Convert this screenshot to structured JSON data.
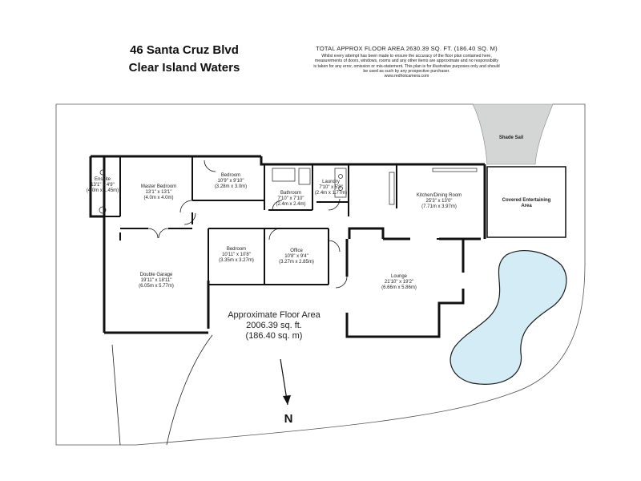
{
  "header": {
    "address_line1": "46 Santa Cruz Blvd",
    "address_line2": "Clear Island Waters",
    "total_area": "TOTAL APPROX FLOOR AREA 2630.39 SQ. FT. (186.40 SQ. M)",
    "disclaimer": [
      "Whilst every attempt has been made to ensure the accuracy of the floor plan contained here,",
      "measurements of doors, windows, rooms and any other items are approximate and no responsibility",
      "is taken for any error, omission or mis-statement. This plan is for illustrative purposes only and should",
      "be used as such by any prospective purchaser.",
      "www.redhotcamera.com"
    ]
  },
  "rooms": {
    "ensuite": {
      "name": "Ensuite",
      "size_imperial": "13'1\" x 4'9\"",
      "size_metric": "(4.0m x 1.45m)"
    },
    "master_bedroom": {
      "name": "Master Bedroom",
      "size_imperial": "13'1\" x 13'1\"",
      "size_metric": "(4.0m x 4.0m)"
    },
    "bedroom_1": {
      "name": "Bedroom",
      "size_imperial": "10'9\" x 9'10\"",
      "size_metric": "(3.28m x 3.0m)"
    },
    "bathroom": {
      "name": "Bathroom",
      "size_imperial": "7'10\" x 7'10\"",
      "size_metric": "(2.4m x 2.4m)"
    },
    "laundry": {
      "name": "Laundry",
      "size_imperial": "7'10\" x 5'8\"",
      "size_metric": "(2.4m x 1.77m)"
    },
    "kitchen_dining": {
      "name": "Kitchen/Dining Room",
      "size_imperial": "25'3\" x 13'0\"",
      "size_metric": "(7.71m x 3.97m)"
    },
    "covered_entertaining": {
      "name": "Covered Entertaining",
      "line2": "Area"
    },
    "shade_sail": {
      "name": "Shade Sail"
    },
    "double_garage": {
      "name": "Double Garage",
      "size_imperial": "19'11\" x 18'11\"",
      "size_metric": "(6.05m x 5.77m)"
    },
    "bedroom_2": {
      "name": "Bedroom",
      "size_imperial": "10'11\" x 10'8\"",
      "size_metric": "(3.35m x 3.27m)"
    },
    "office": {
      "name": "Office",
      "size_imperial": "10'8\" x 9'4\"",
      "size_metric": "(3.27m x 2.85m)"
    },
    "lounge": {
      "name": "Lounge",
      "size_imperial": "21'10\" x 19'2\"",
      "size_metric": "(6.66m x 5.86m)"
    }
  },
  "floor_area": {
    "label": "Approximate Floor Area",
    "sqft": "2006.39 sq. ft.",
    "sqm": "(186.40 sq. m)"
  },
  "compass": {
    "label": "N"
  },
  "colors": {
    "wall": "#111111",
    "shade_sail": "#d4d6d6",
    "pool_fill": "#d3ecf5",
    "pool_stroke": "#1c1c1c"
  }
}
